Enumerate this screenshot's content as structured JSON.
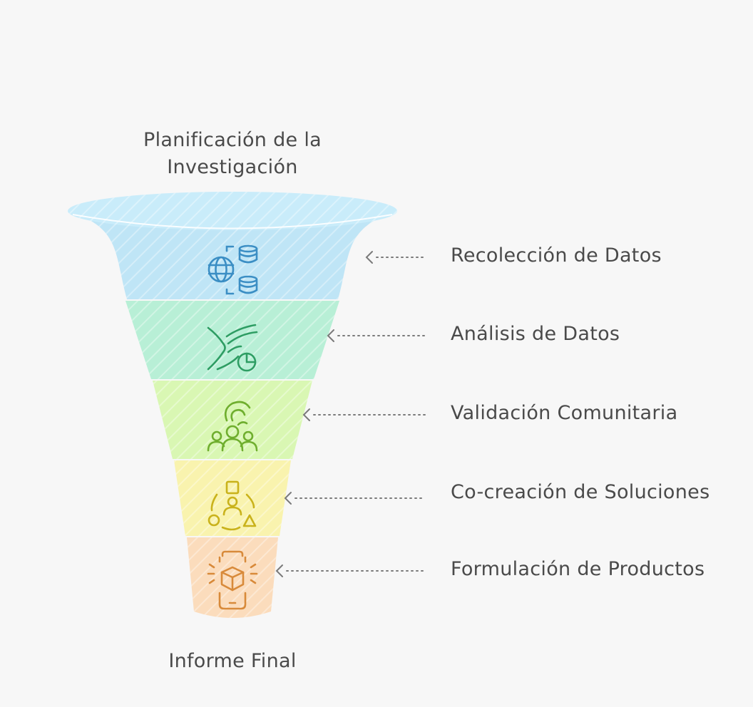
{
  "funnel": {
    "top_label_line1": "Planificación de la",
    "top_label_line2": "Investigación",
    "bottom_label": "Informe Final",
    "stages": [
      {
        "label": "Recolección de Datos",
        "color": "#bfe5f6",
        "stroke": "#3b8ec4",
        "icon": "globe-database-icon"
      },
      {
        "label": "Análisis de Datos",
        "color": "#b8efd6",
        "stroke": "#2e9d63",
        "icon": "data-flow-pie-icon"
      },
      {
        "label": "Validación Comunitaria",
        "color": "#d9f7b3",
        "stroke": "#6fae2e",
        "icon": "community-group-icon"
      },
      {
        "label": "Co-creación de Soluciones",
        "color": "#f9f3ae",
        "stroke": "#c9b21b",
        "icon": "shapes-person-icon"
      },
      {
        "label": "Formulación de Productos",
        "color": "#fbdcbc",
        "stroke": "#d88a3a",
        "icon": "product-mobile-icon"
      }
    ]
  }
}
